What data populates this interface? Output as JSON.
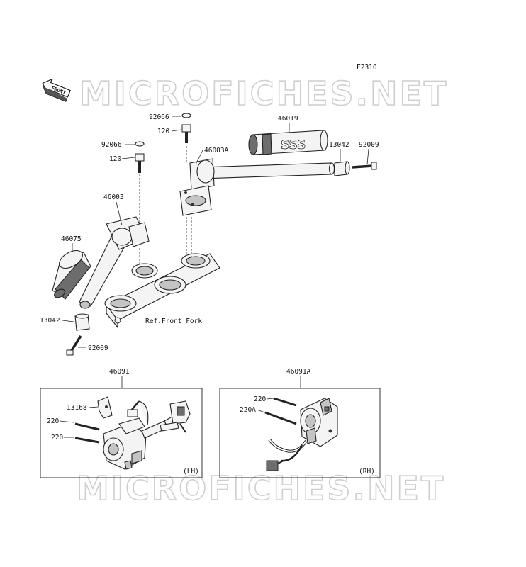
{
  "figure_code": "F2310",
  "front_label": "FRONT",
  "watermark": "MICROFICHES.NET",
  "reference_note": "Ref.Front Fork",
  "part_labels": {
    "p92066_a": "92066",
    "p120_a": "120",
    "p46019": "46019",
    "p92066_b": "92066",
    "p46003A": "46003A",
    "p13042_a": "13042",
    "p92009_a": "92009",
    "p120_b": "120",
    "p46003": "46003",
    "p46075": "46075",
    "p13042_b": "13042",
    "p92009_b": "92009",
    "p46091": "46091",
    "p46091A": "46091A",
    "p13168": "13168",
    "p220_a": "220",
    "p220_b": "220",
    "p220_c": "220",
    "p220A": "220A"
  },
  "box_labels": {
    "lh": "(LH)",
    "rh": "(RH)"
  }
}
